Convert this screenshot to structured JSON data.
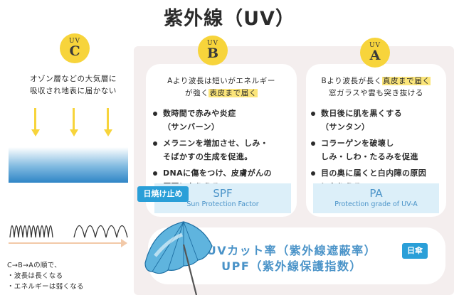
{
  "title": "紫外線（UV）",
  "uvc": {
    "badge_small": "UV",
    "badge_big": "C",
    "desc_line1": "オゾン層などの大気層に",
    "desc_line2": "吸収され地表に届かない"
  },
  "uvb": {
    "badge_small": "UV",
    "badge_big": "B",
    "intro_line1": "Aより波長は短いがエネルギー",
    "intro_line2_pre": "が強く",
    "intro_line2_hl": "表皮まで届く",
    "bullets": [
      {
        "line1": "数時間で赤みや炎症",
        "line2": "（サンバーン）"
      },
      {
        "line1": "メラニンを増加させ、しみ・",
        "line2": "そばかすの生成を促進。"
      },
      {
        "line1": "DNAに傷をつけ、皮膚がんの",
        "line2": "原因になりうる。"
      }
    ],
    "factor_title": "SPF",
    "factor_sub": "Sun Protection Factor",
    "tag": "日焼け止め"
  },
  "uva": {
    "badge_small": "UV",
    "badge_big": "A",
    "intro_line1_pre": "Bより波長が長く",
    "intro_line1_hl": "真皮まで届く",
    "intro_line2": "窓ガラスや雲も突き抜ける",
    "bullets": [
      {
        "line1": "数日後に肌を黒くする",
        "line2": "（サンタン）"
      },
      {
        "line1": "コラーゲンを破壊し",
        "line2": "しみ・しわ・たるみを促進"
      },
      {
        "line1": "目の奥に届くと白内障の原因",
        "line2": "になりうる。"
      }
    ],
    "factor_title": "PA",
    "factor_sub": "Protection grade of UV-A"
  },
  "bottom": {
    "line1": "UVカット率（紫外線遮蔽率）",
    "line2": "UPF（紫外線保護指数）",
    "tag": "日傘"
  },
  "notes": {
    "line1": "C→B→Aの順で、",
    "line2": "・波長は長くなる",
    "line3": "・エネルギーは弱くなる"
  },
  "colors": {
    "accent_yellow": "#f7d43b",
    "accent_blue": "#2a9fd8",
    "panel_bg": "#f4eeee",
    "factor_bg": "#dceff9"
  }
}
